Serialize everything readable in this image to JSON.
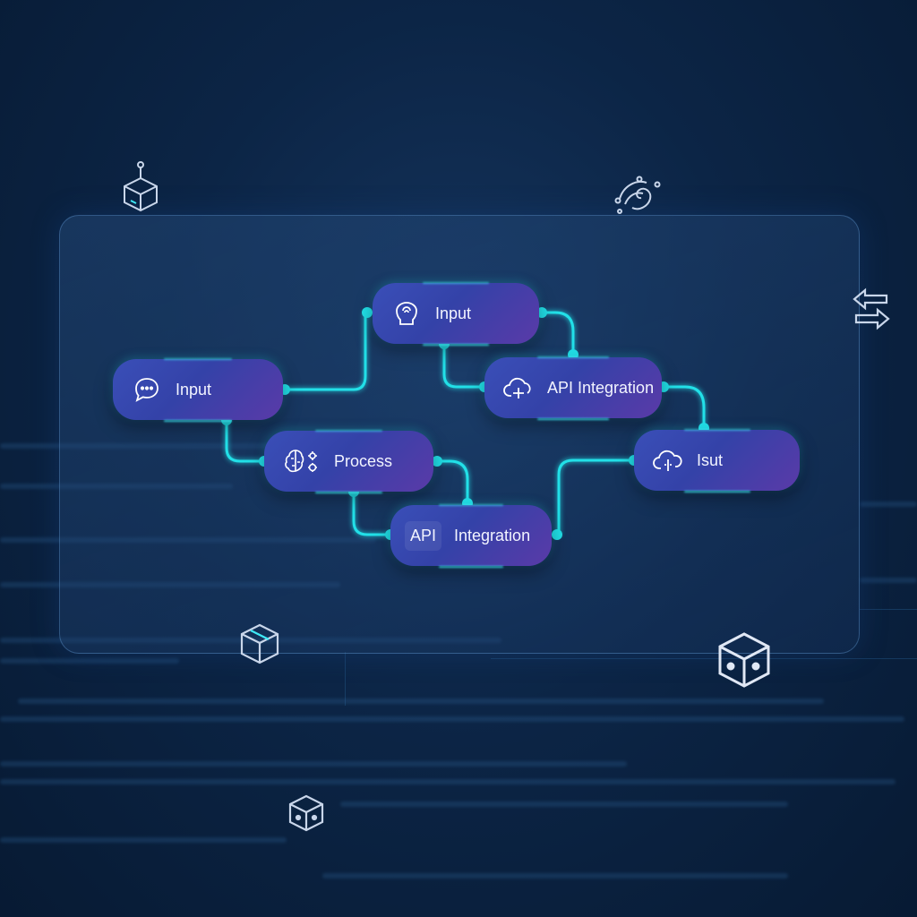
{
  "diagram": {
    "nodes": [
      {
        "id": "n1",
        "label": "Input",
        "icon": "chat-bubble-icon"
      },
      {
        "id": "n2",
        "label": "Input",
        "icon": "head-profile-icon"
      },
      {
        "id": "n3",
        "label": "API Integration",
        "icon": "cloud-plus-icon"
      },
      {
        "id": "n4",
        "label": "Process",
        "icon": "brain-gears-icon"
      },
      {
        "id": "n5",
        "label": "Integration",
        "badge": "API"
      },
      {
        "id": "n6",
        "label": "Isut",
        "icon": "cloud-upload-icon"
      }
    ],
    "edges": [
      [
        "n1",
        "n2"
      ],
      [
        "n2",
        "n3"
      ],
      [
        "n2",
        "n3"
      ],
      [
        "n3",
        "n6"
      ],
      [
        "n1",
        "n4"
      ],
      [
        "n4",
        "n5"
      ],
      [
        "n4",
        "n5"
      ],
      [
        "n5",
        "n6"
      ]
    ]
  },
  "colors": {
    "connector": "#22e0e8",
    "node_start": "#3a4fb8",
    "node_end": "#5a3aa8",
    "background": "#0c2546"
  },
  "decorations": [
    "cube-icon",
    "swirl-network-icon",
    "swap-arrows-icon",
    "cube-icon",
    "cube-icon",
    "cube-icon"
  ]
}
